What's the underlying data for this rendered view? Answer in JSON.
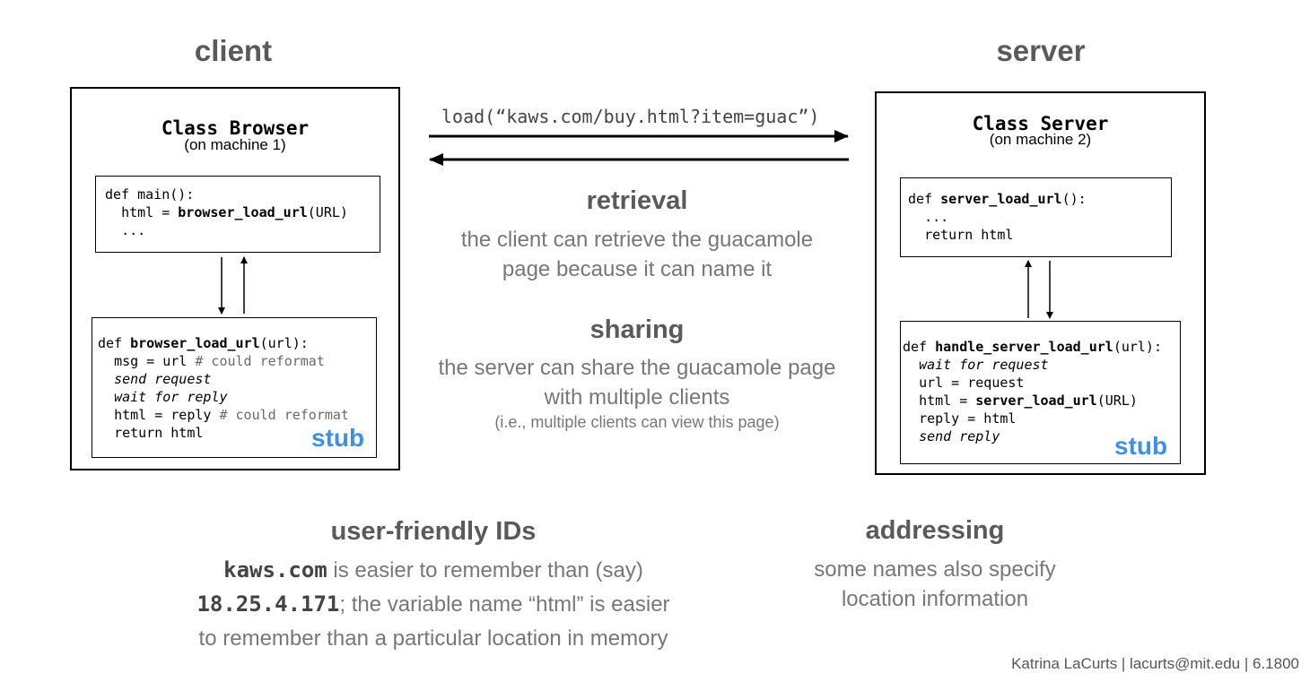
{
  "client": {
    "heading": "client",
    "class_name": "Class Browser",
    "machine": "(on machine 1)",
    "main_code": [
      "def main():",
      "html = ",
      "browser_load_url",
      "(URL)",
      "..."
    ],
    "stub_code": {
      "sig_def": "def ",
      "sig_name": "browser_load_url",
      "sig_args": "(url):",
      "l1": "msg = url ",
      "l1_comment": "# could reformat",
      "l2": "send request",
      "l3": "wait for reply",
      "l4": "html = reply ",
      "l4_comment": "# could reformat",
      "l5": "return html"
    },
    "stub_label": "stub"
  },
  "server": {
    "heading": "server",
    "class_name": "Class Server",
    "machine": "(on machine 2)",
    "func_code": {
      "sig_def": "def ",
      "sig_name": "server_load_url",
      "sig_args": "():",
      "l1": "...",
      "l2": "return html"
    },
    "stub_code": {
      "sig_def": "def ",
      "sig_name": "handle_server_load_url",
      "sig_args": "(url):",
      "l1": "wait for request",
      "l2": "url = request",
      "l3_a": "html = ",
      "l3_name": "server_load_url",
      "l3_b": "(URL)",
      "l4": "reply = html",
      "l5": "send reply"
    },
    "stub_label": "stub"
  },
  "call": {
    "text": "load(“kaws.com/buy.html?item=guac”)"
  },
  "retrieval": {
    "title": "retrieval",
    "line1": "the client can retrieve the guacamole",
    "line2": "page because it can name it"
  },
  "sharing": {
    "title": "sharing",
    "line1": "the server can share the guacamole page",
    "line2": "with multiple clients",
    "note": "(i.e., multiple clients can view this page)"
  },
  "user_friendly": {
    "title": "user-friendly IDs",
    "code1": "kaws.com",
    "text1": " is easier to remember than (say)",
    "code2": "18.25.4.171",
    "text2": "; the variable name “html” is easier",
    "line3": "to remember than a particular location in memory"
  },
  "addressing": {
    "title": "addressing",
    "line1": "some names also specify",
    "line2": "location information"
  },
  "footer": {
    "text": "Katrina LaCurts | lacurts@mit.edu | 6.1800"
  },
  "colors": {
    "stub": "#3d8fe8",
    "heading": "#5a5a5a",
    "body_text": "#777777"
  }
}
